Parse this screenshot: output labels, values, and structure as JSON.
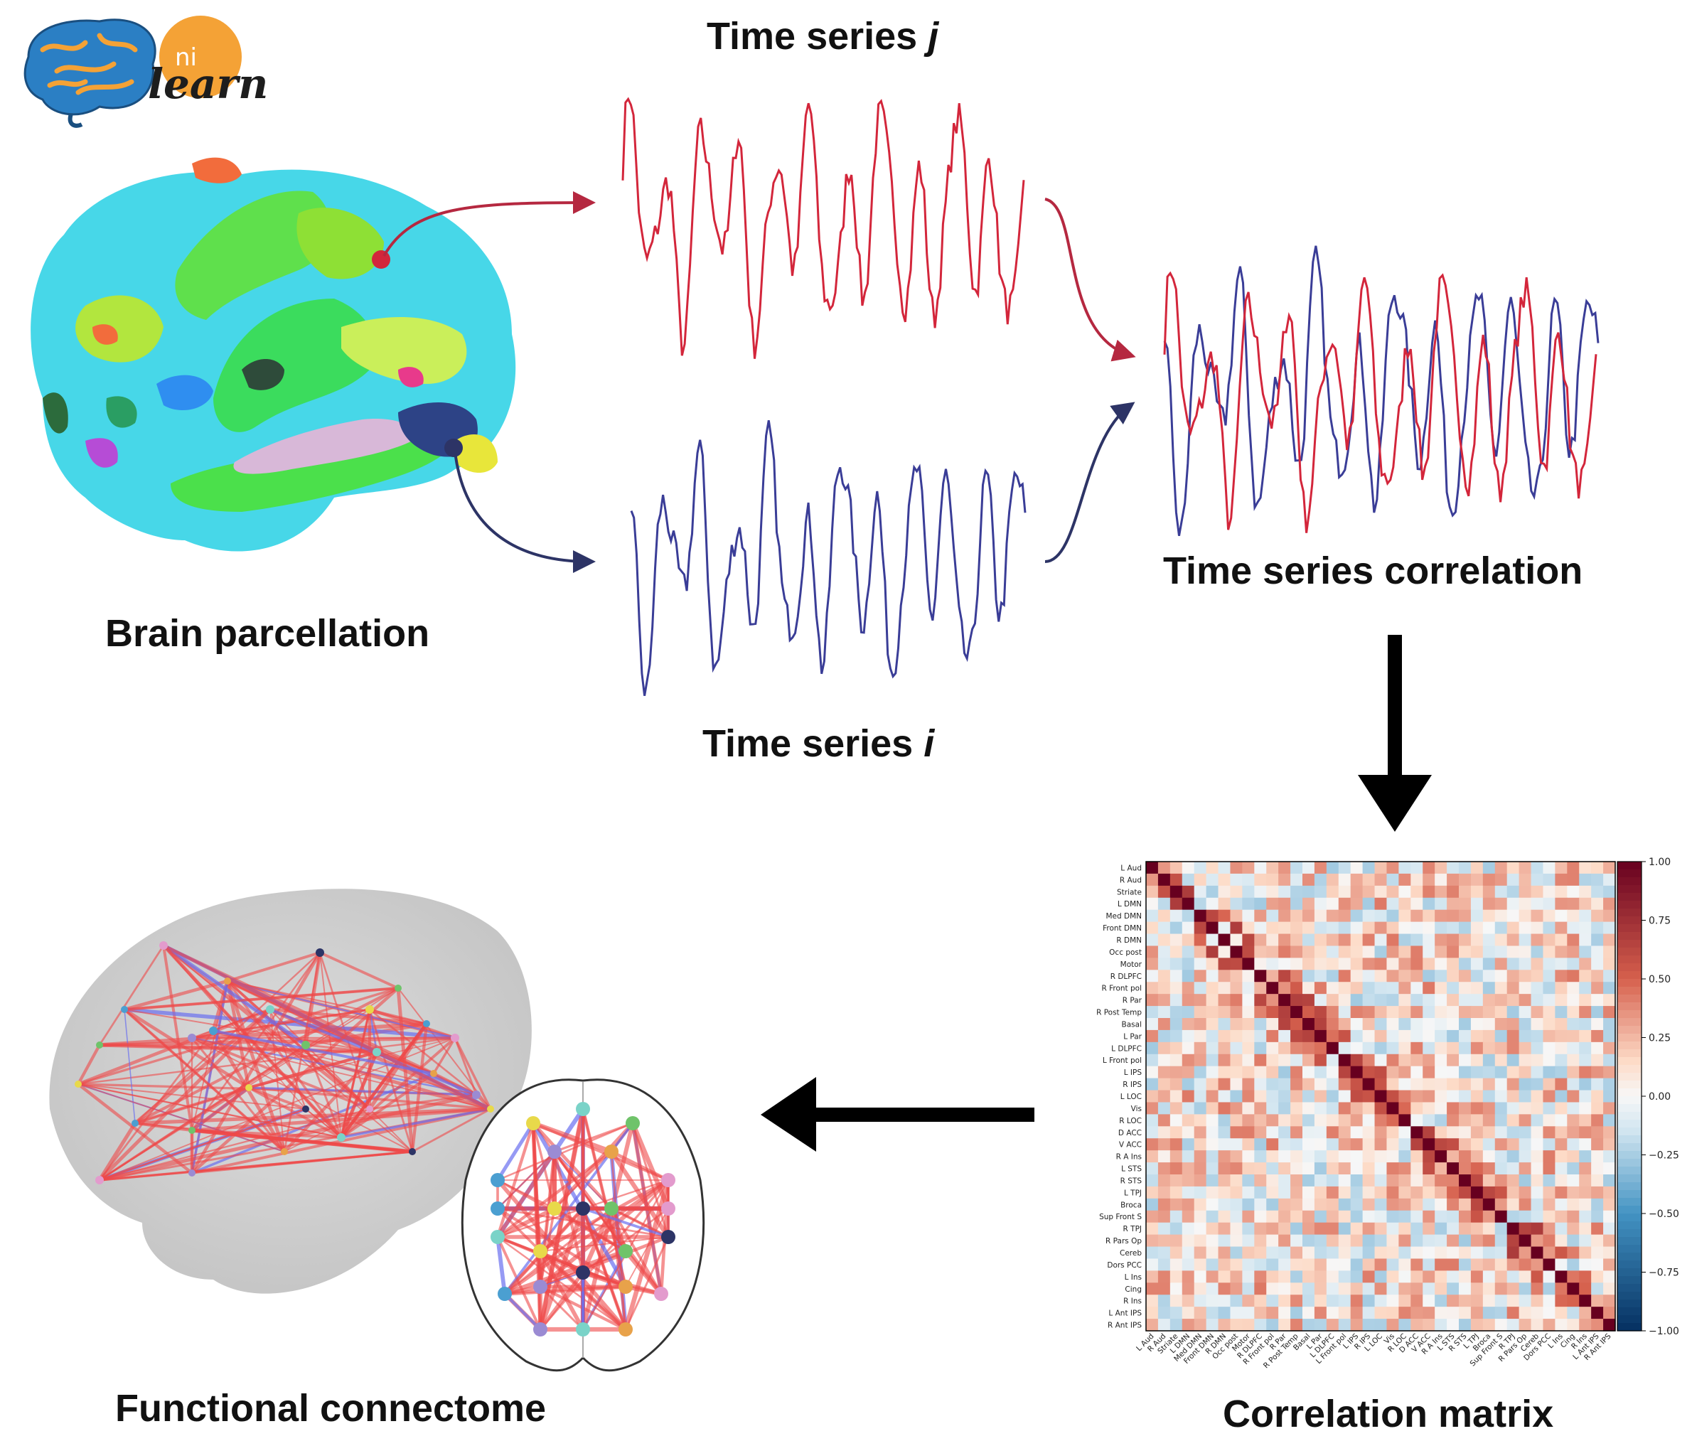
{
  "logo": {
    "top": "ni",
    "bottom": "learn"
  },
  "labels": {
    "time_series_j": "Time series",
    "time_series_j_var": "j",
    "time_series_i": "Time series",
    "time_series_i_var": "i",
    "brain_parcellation": "Brain parcellation",
    "time_series_correlation": "Time series correlation",
    "functional_connectome": "Functional connectome",
    "correlation_matrix": "Correlation matrix"
  },
  "colors": {
    "series_j": "#d3263b",
    "series_i": "#3a3d97",
    "arrow_j": "#b52840",
    "arrow_i": "#2d3466",
    "logo_orange": "#f4a236",
    "logo_blue": "#2b7fc4"
  },
  "matrix": {
    "regions": [
      "L Aud",
      "R Aud",
      "Striate",
      "L DMN",
      "Med DMN",
      "Front DMN",
      "R DMN",
      "Occ post",
      "Motor",
      "R DLPFC",
      "R Front pol",
      "R Par",
      "R Post Temp",
      "Basal",
      "L Par",
      "L DLPFC",
      "L Front pol",
      "L IPS",
      "R IPS",
      "L LOC",
      "Vis",
      "R LOC",
      "D ACC",
      "V ACC",
      "R A Ins",
      "L STS",
      "R STS",
      "L TPJ",
      "Broca",
      "Sup Front S",
      "R TPJ",
      "R Pars Op",
      "Cereb",
      "Dors PCC",
      "L Ins",
      "Cing",
      "R Ins",
      "L Ant IPS",
      "R Ant IPS"
    ],
    "colorbar_ticks": [
      "1.00",
      "0.75",
      "0.50",
      "0.25",
      "0.00",
      "−0.25",
      "−0.50",
      "−0.75",
      "−1.00"
    ]
  }
}
